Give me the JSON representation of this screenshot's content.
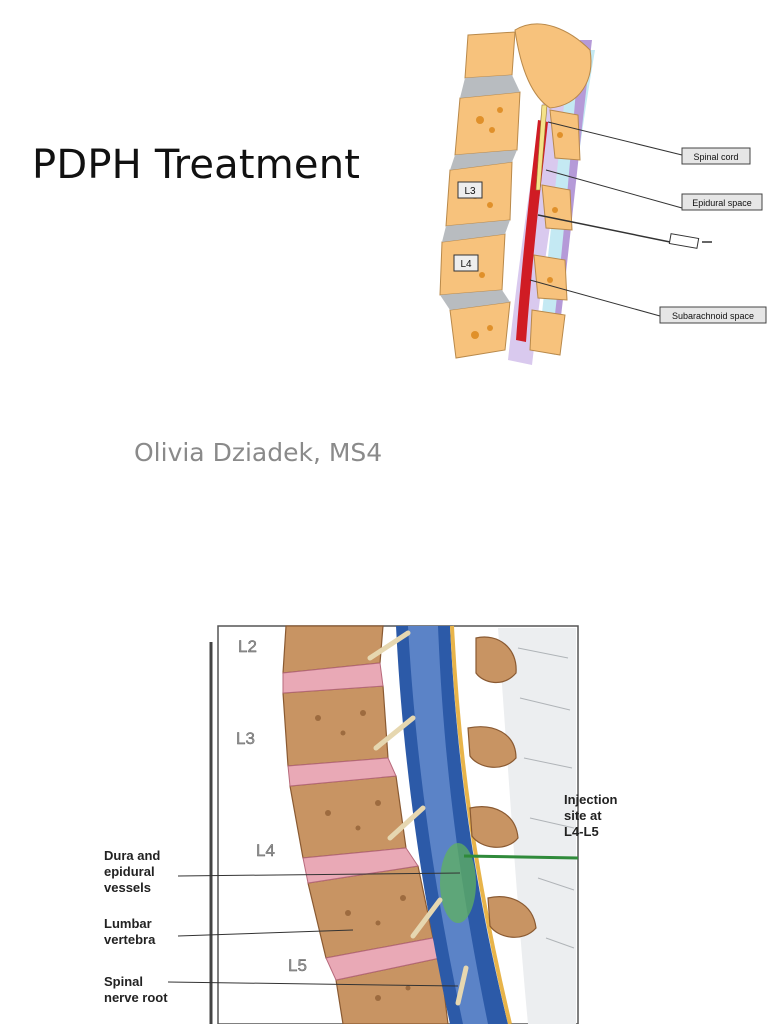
{
  "slide": {
    "title": "PDPH Treatment",
    "author": "Olivia Dziadek, MS4"
  },
  "figure_top": {
    "vertebra_labels": [
      "L3",
      "L4"
    ],
    "callouts": [
      "Spinal cord",
      "Epidural space",
      "Subarachnoid space"
    ]
  },
  "figure_bottom": {
    "vertebra_labels": [
      "L2",
      "L3",
      "L4",
      "L5"
    ],
    "injection_label": [
      "Injection",
      "site at",
      "L4-L5"
    ],
    "left_labels": [
      [
        "Dura and",
        "epidural",
        "vessels"
      ],
      [
        "Lumbar",
        "vertebra"
      ],
      [
        "Spinal",
        "nerve root"
      ]
    ]
  }
}
